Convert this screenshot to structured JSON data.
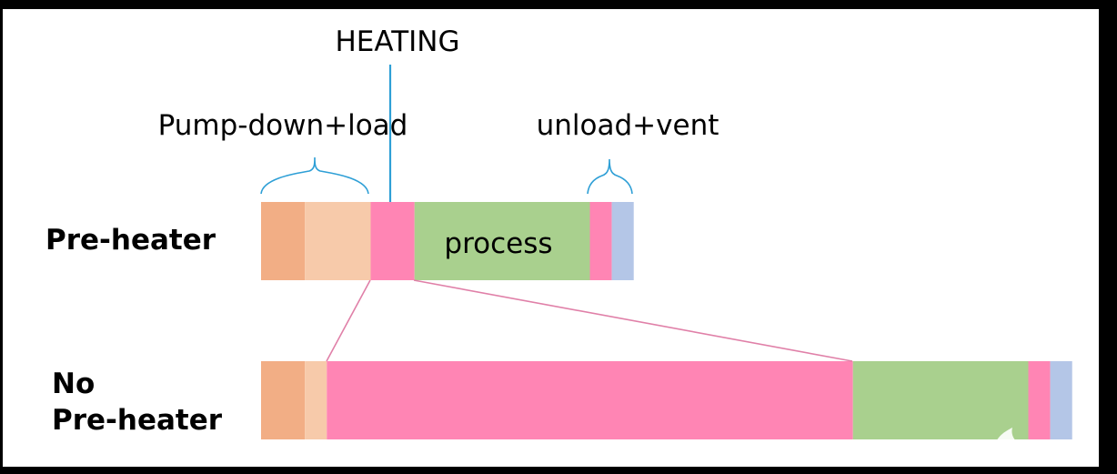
{
  "diagram": {
    "title": "Process cycle timeline comparison: Pre-heater vs No Pre-heater",
    "annotations": {
      "heating": "HEATING",
      "pump_down_load": "Pump-down+load",
      "unload_vent": "unload+vent",
      "process": "process"
    },
    "rows": [
      {
        "label_lines": [
          "Pre-heater"
        ],
        "segments": [
          {
            "name": "pump-down",
            "units": 2,
            "color": "#F2AE85"
          },
          {
            "name": "load",
            "units": 3,
            "color": "#F7CAAA"
          },
          {
            "name": "heating",
            "units": 2,
            "color": "#FF85B4"
          },
          {
            "name": "process",
            "units": 8,
            "color": "#A9D08E"
          },
          {
            "name": "unload",
            "units": 1,
            "color": "#FF85B4"
          },
          {
            "name": "vent",
            "units": 1,
            "color": "#B4C6E7"
          }
        ]
      },
      {
        "label_lines": [
          "No",
          "Pre-heater"
        ],
        "segments": [
          {
            "name": "pump-down",
            "units": 2,
            "color": "#F2AE85"
          },
          {
            "name": "load",
            "units": 1,
            "color": "#F7CAAA"
          },
          {
            "name": "heating",
            "units": 24,
            "color": "#FF85B4"
          },
          {
            "name": "process",
            "units": 8,
            "color": "#A9D08E"
          },
          {
            "name": "unload",
            "units": 1,
            "color": "#FF85B4"
          },
          {
            "name": "vent",
            "units": 1,
            "color": "#B4C6E7"
          }
        ]
      }
    ],
    "colors": {
      "bracket": "#2E9FD6",
      "zoom_line": "#E080A8"
    }
  }
}
